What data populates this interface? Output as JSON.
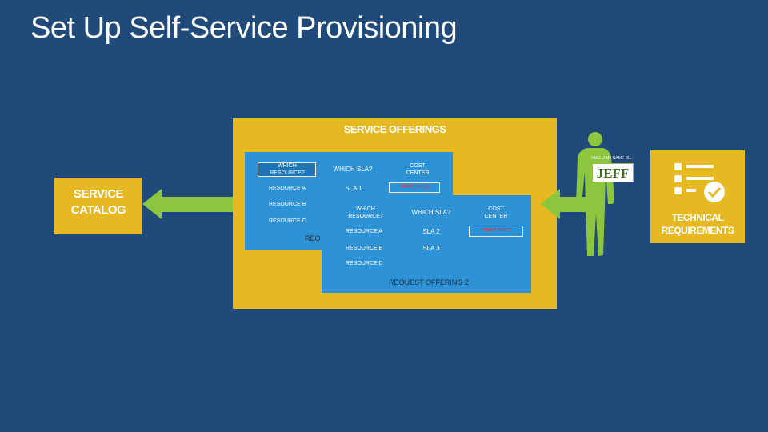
{
  "title": "Set Up Self-Service Provisioning",
  "service_offerings": {
    "title": "SERVICE OFFERINGS",
    "card1": {
      "headers": [
        "WHICH RESOURCE?",
        "WHICH SLA?",
        "COST CENTER"
      ],
      "resources": [
        "RESOURCE A",
        "RESOURCE B",
        "RESOURCE C"
      ],
      "sla": "SLA 1",
      "code": "<text> entry",
      "label": "REQ"
    },
    "card2": {
      "headers": [
        "WHICH RESOURCE?",
        "WHICH SLA?",
        "COST CENTER"
      ],
      "resources": [
        "RESOURCE A",
        "RESOURCE B",
        "RESOURCE D"
      ],
      "slas": [
        "SLA 2",
        "SLA 3"
      ],
      "code": "<text> entry",
      "label": "REQUEST OFFERING 2"
    }
  },
  "service_catalog": {
    "label": "SERVICE CATALOG"
  },
  "technical_requirements": {
    "label": "TECHNICAL REQUIREMENTS"
  },
  "user": {
    "greeting": "HELLO MY NAME IS...",
    "name": "JEFF"
  },
  "colors": {
    "background": "#1f4a7a",
    "panel": "#e6b822",
    "card": "#2e93d6",
    "arrow": "#8cc63f",
    "code_text": "#e23232"
  }
}
